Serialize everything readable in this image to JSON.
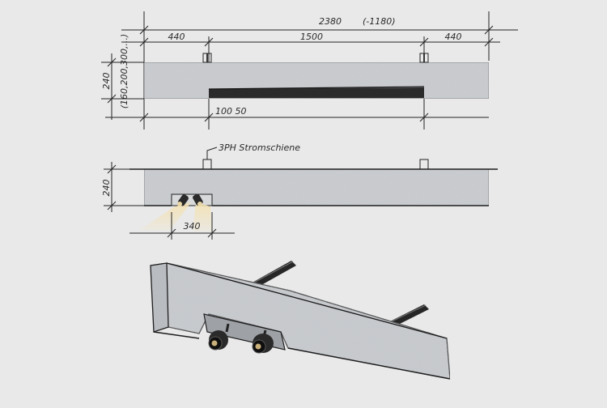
{
  "elevation": {
    "overall_length": "2380",
    "overall_length_alt": "(-1180)",
    "segment_left": "440",
    "segment_middle": "1500",
    "segment_right": "440",
    "height": "240",
    "height_options": "(160,200,300,...)",
    "slot_length": "100 50"
  },
  "section": {
    "rail_note": "3PH Stromschiene",
    "height": "240",
    "spot_spacing": "340"
  },
  "colors": {
    "concrete": "#c9ccd0",
    "ink": "#222222",
    "rail": "#262626",
    "light_beam": "#f3e2b4"
  }
}
